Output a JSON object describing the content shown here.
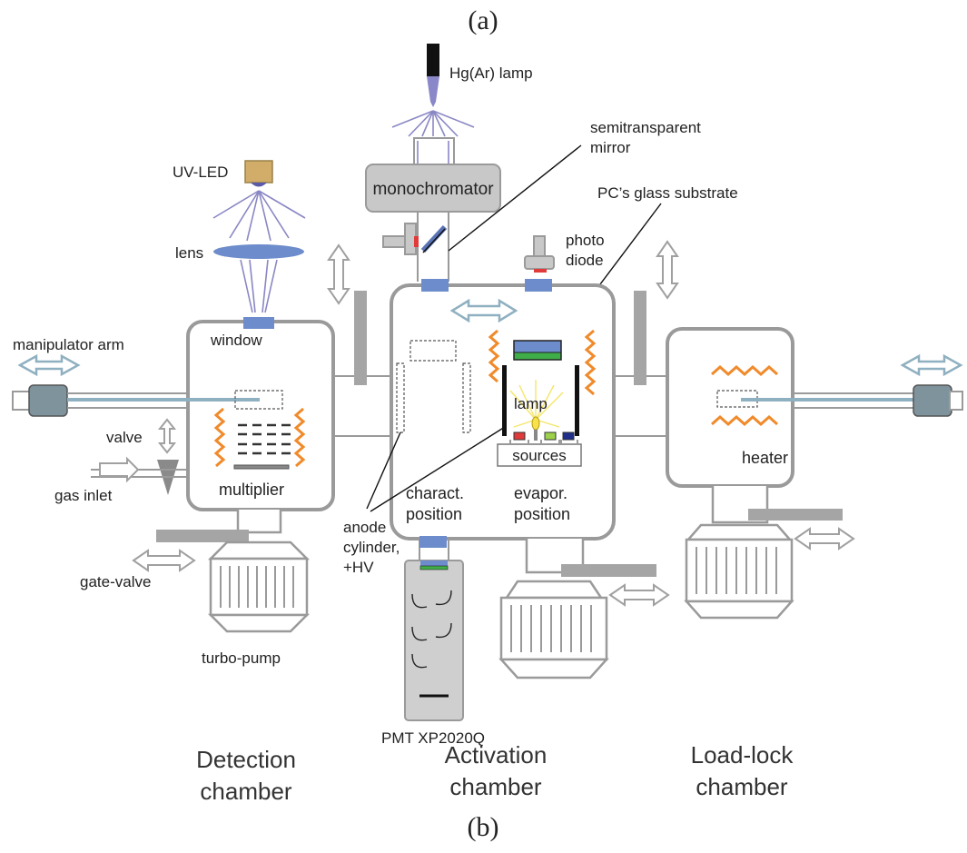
{
  "caption_top": "(a)",
  "caption_bottom": "(b)",
  "labels": {
    "hg_lamp": "Hg(Ar) lamp",
    "semitransparent_mirror_1": "semitransparent",
    "semitransparent_mirror_2": "mirror",
    "monochromator": "monochromator",
    "uv_led": "UV-LED",
    "pc_glass_substrate": "PC’s glass substrate",
    "photo_diode_1": "photo",
    "photo_diode_2": "diode",
    "lens": "lens",
    "manipulator_arm": "manipulator arm",
    "window": "window",
    "valve": "valve",
    "gas_inlet": "gas inlet",
    "multiplier": "multiplier",
    "lamp": "lamp",
    "sources": "sources",
    "heater": "heater",
    "charact_position_1": "charact.",
    "charact_position_2": "position",
    "evapor_position_1": "evapor.",
    "evapor_position_2": "position",
    "anode_1": "anode",
    "anode_2": "cylinder,",
    "anode_3": "+HV",
    "gate_valve": "gate-valve",
    "turbo_pump": "turbo-pump",
    "pmt": "PMT XP2020Q"
  },
  "chambers": {
    "detection_1": "Detection",
    "detection_2": "chamber",
    "activation_1": "Activation",
    "activation_2": "chamber",
    "loadlock_1": "Load-lock",
    "loadlock_2": "chamber"
  },
  "colors": {
    "window_blue": "#6d8ccb",
    "heater_orange": "#f08a2a",
    "wall_grey": "#9a9a9a",
    "ray_violet": "#8a87c4",
    "arm_blue": "#8fb0c0",
    "led_gold": "#d2ad6a"
  }
}
